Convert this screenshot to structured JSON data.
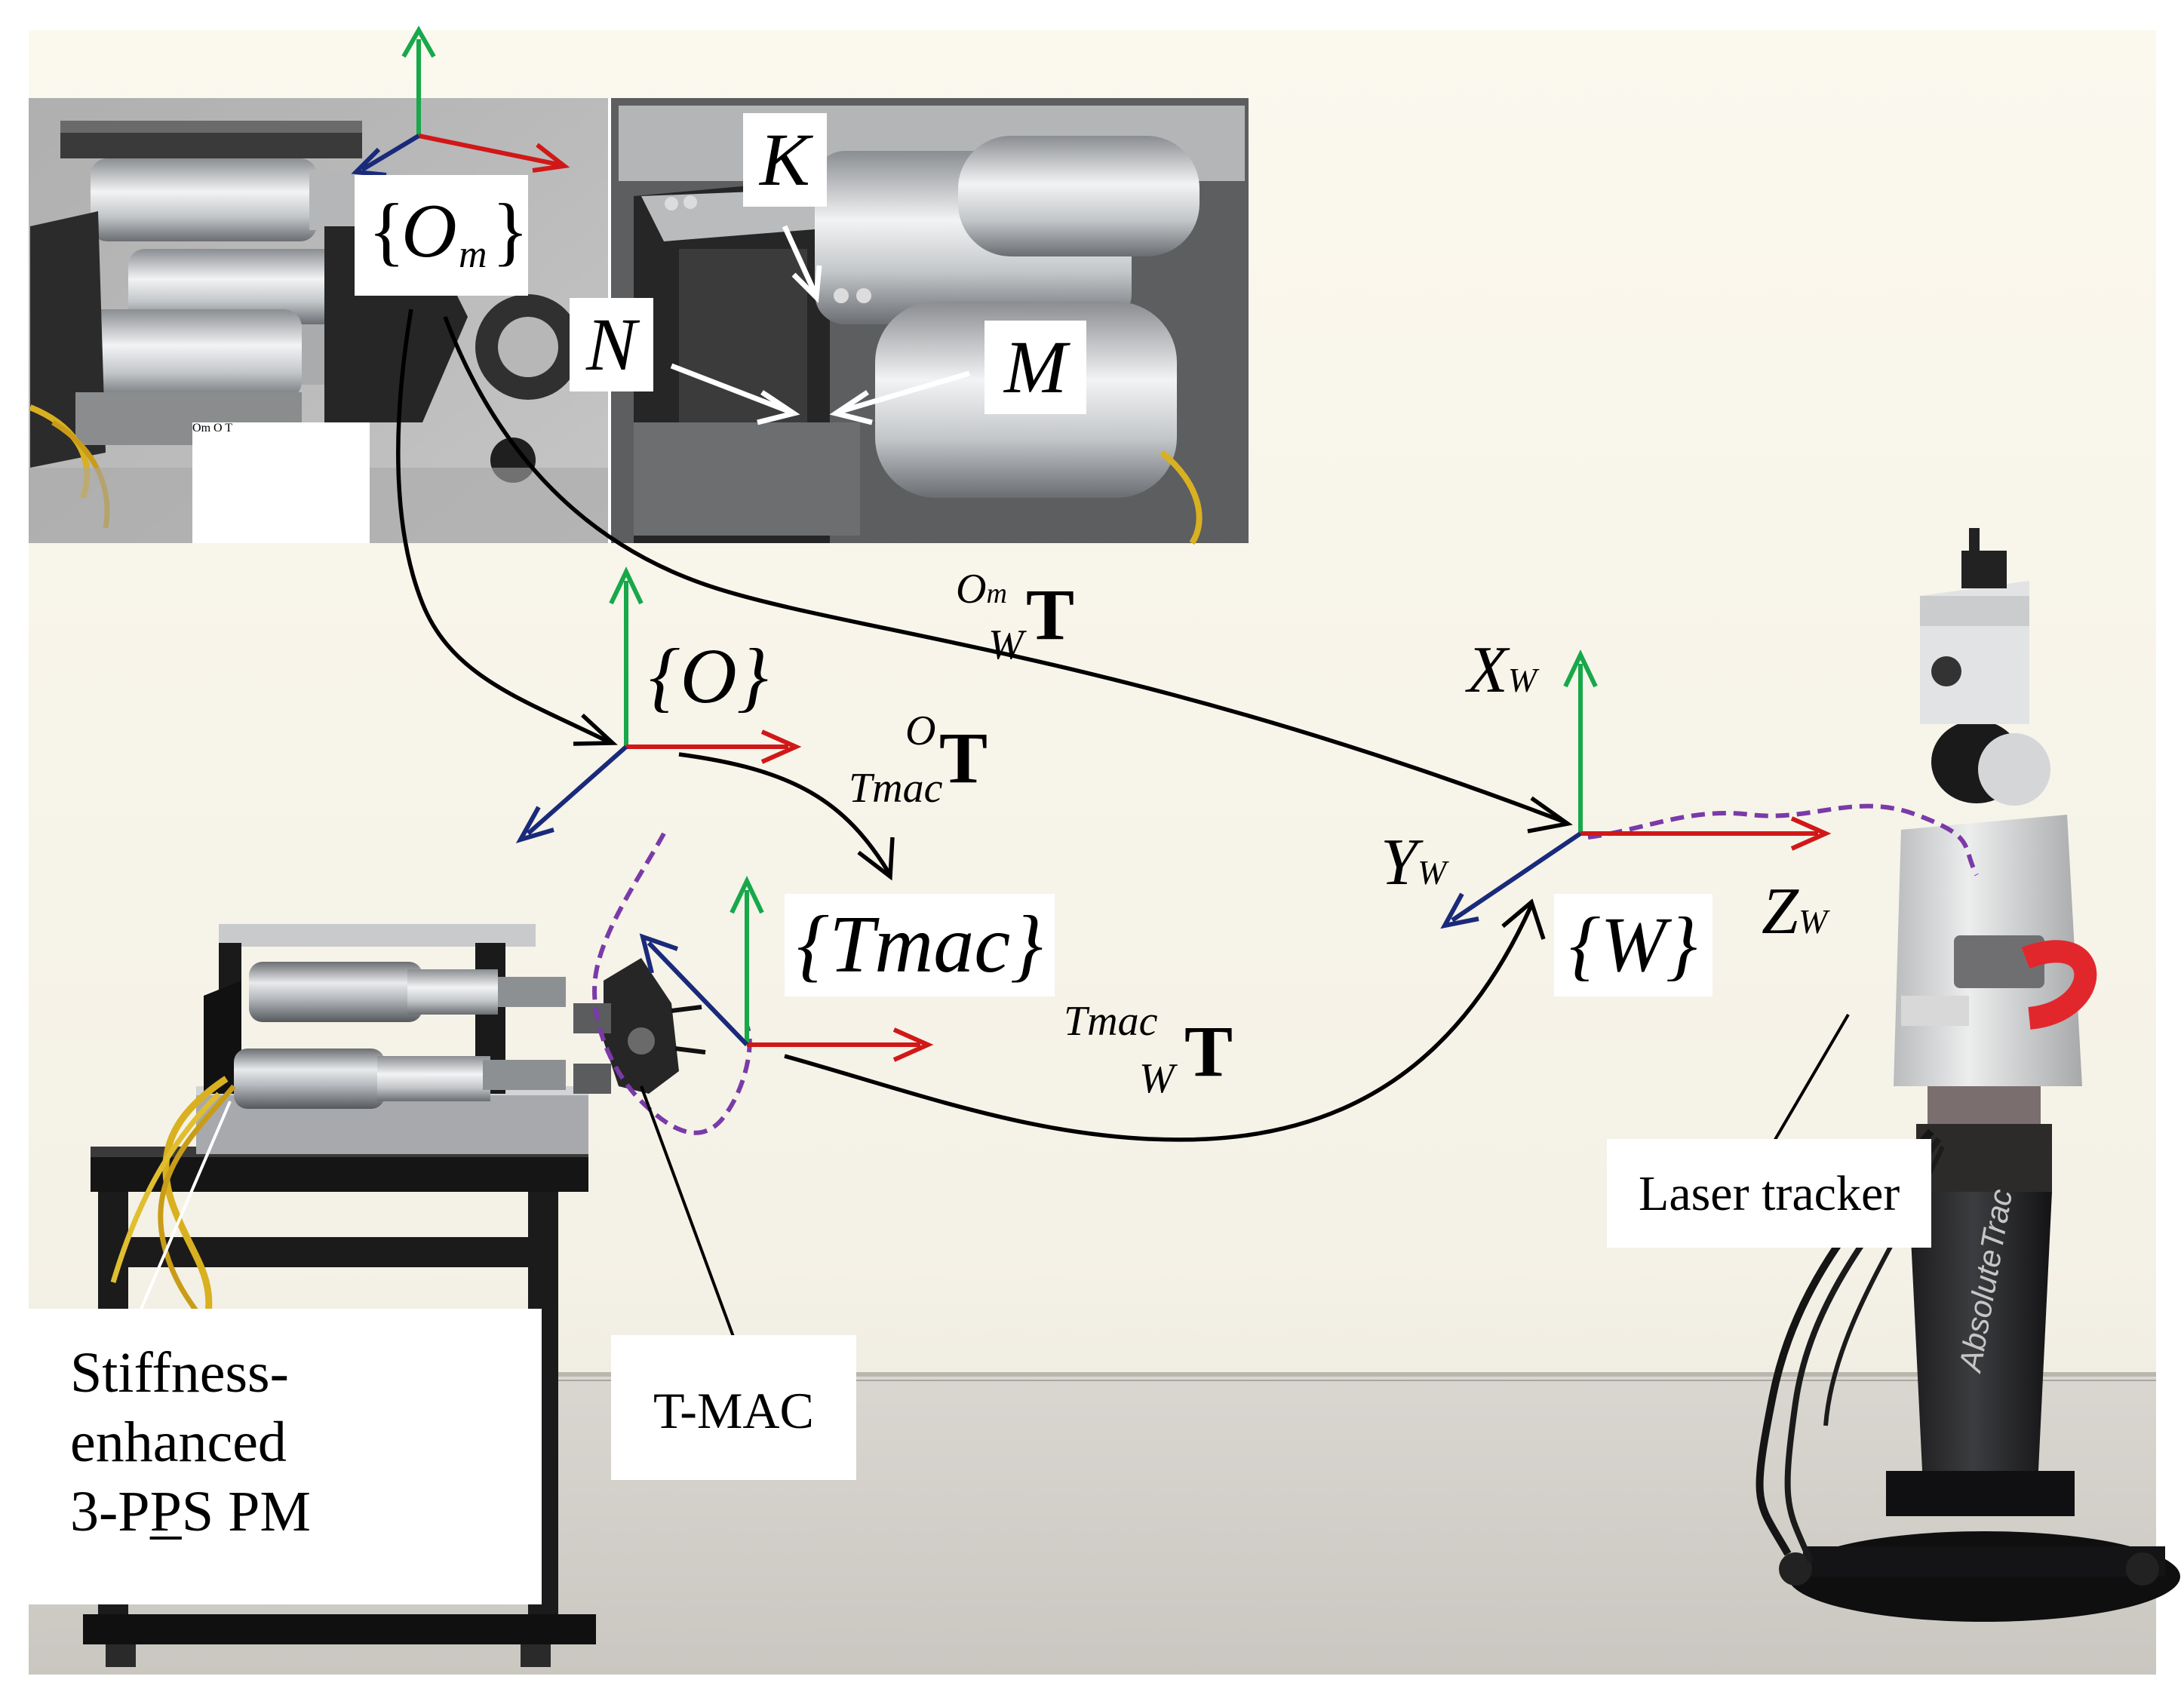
{
  "figure": {
    "frames": {
      "om": {
        "open": "{",
        "letter": "O",
        "sub": "m",
        "close": "}"
      },
      "o": "{O}",
      "tmac": "{Tmac}",
      "w": "{W}"
    },
    "points": {
      "k": "K",
      "n": "N",
      "m": "M"
    },
    "transforms": {
      "om_o": {
        "sup": "O",
        "sup_sub": "m",
        "sub": "O",
        "symbol": "T"
      },
      "om_w": {
        "sup": "O",
        "sup_sub": "m",
        "sub": "W",
        "symbol": "T"
      },
      "o_tmac": {
        "sup": "O",
        "sub": "Tmac",
        "symbol": "T"
      },
      "tmac_w": {
        "sup": "Tmac",
        "sub": "W",
        "symbol": "T"
      }
    },
    "axes": {
      "xw": {
        "letter": "X",
        "sub": "W"
      },
      "yw": {
        "letter": "Y",
        "sub": "W"
      },
      "zw": {
        "letter": "Z",
        "sub": "W"
      }
    },
    "callouts": {
      "pm_line1": "Stiffness-",
      "pm_line2": "enhanced",
      "pm_line3_a": "3-P",
      "pm_line3_b": "P",
      "pm_line3_c": "S PM",
      "tmac": "T-MAC",
      "tracker": "Laser tracker"
    },
    "photo_text": {
      "brand": "AbsoluteTrac"
    },
    "colors": {
      "axis_green": "#17a84a",
      "axis_red": "#d01818",
      "axis_blue": "#1a2a7a",
      "dashed_purple": "#7a3aa8",
      "arrow_black": "#000000"
    }
  }
}
